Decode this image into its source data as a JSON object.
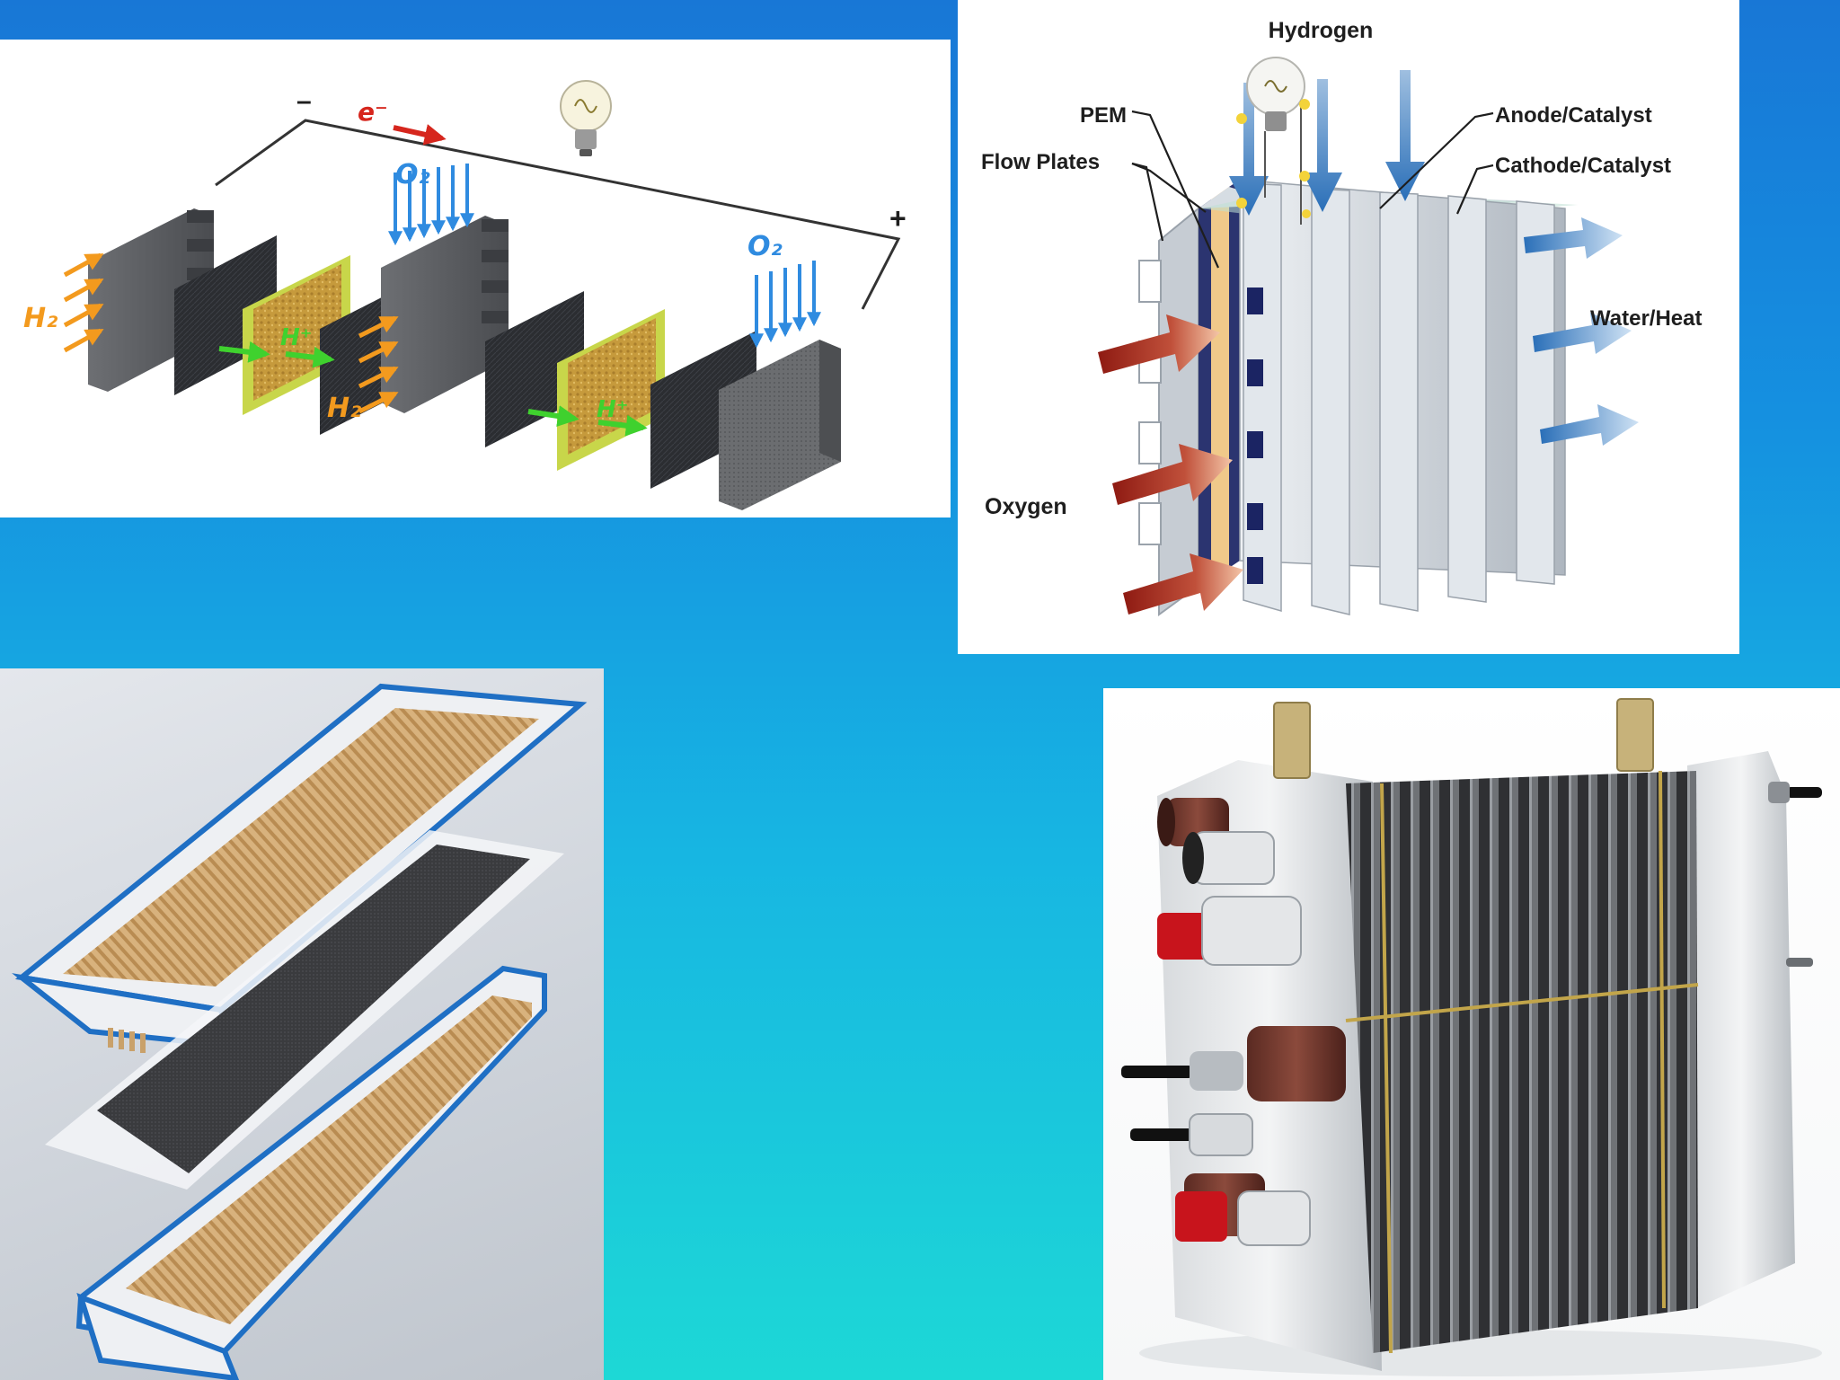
{
  "colors": {
    "bg_top": "#1877d6",
    "bg_bottom": "#1dd8d6",
    "h2_arrow": "#f39a1e",
    "o2_arrow": "#2f8be0",
    "proton_arrow": "#3fd12e",
    "electron_arrow": "#d6261d",
    "pem_band": "#f0c98a",
    "plate_gold": "#c9a16a",
    "plate_frame": "#1f6fc4"
  },
  "panel1": {
    "minus": "–",
    "plus": "+",
    "electron": "e⁻",
    "hydrogen_a": "H₂",
    "hydrogen_b": "H₂",
    "oxygen_a": "O₂",
    "oxygen_b": "O₂",
    "proton_a": "H⁺",
    "proton_b": "H⁺",
    "bulb_icon": "lightbulb-icon"
  },
  "panel2": {
    "hydrogen": "Hydrogen",
    "pem": "PEM",
    "flow_plates": "Flow Plates",
    "anode": "Anode/Catalyst",
    "cathode": "Cathode/Catalyst",
    "water_heat": "Water/Heat",
    "oxygen": "Oxygen",
    "bulb_icon": "lightbulb-icon"
  },
  "panel3": {
    "subject": "bipolar-plate-exploded-photo"
  },
  "panel4": {
    "subject": "fuel-cell-stack-photo"
  }
}
